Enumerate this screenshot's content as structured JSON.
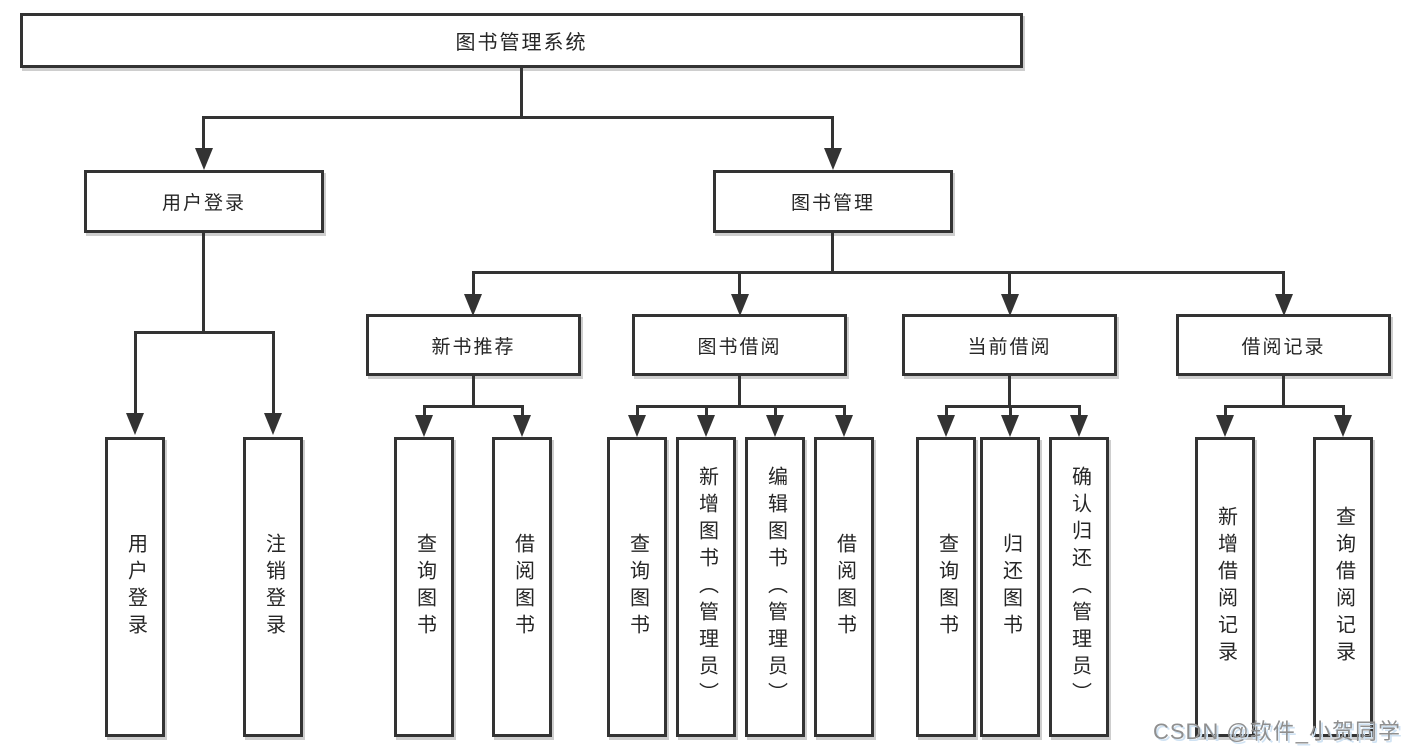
{
  "colors": {
    "line": "#333333",
    "text": "#262626",
    "background": "#ffffff",
    "watermark_text": "#8f8f8f",
    "watermark_shadow": "#cfe2f3"
  },
  "nodes": {
    "root": "图书管理系统",
    "level2": [
      "用户登录",
      "图书管理"
    ],
    "level3": [
      "新书推荐",
      "图书借阅",
      "当前借阅",
      "借阅记录"
    ],
    "level4": [
      "用户登录",
      "注销登录",
      "查询图书",
      "借阅图书",
      "查询图书",
      "新增图书（管理员）",
      "编辑图书（管理员）",
      "借阅图书",
      "查询图书",
      "归还图书",
      "确认归还（管理员）",
      "新增借阅记录",
      "查询借阅记录"
    ]
  },
  "watermark": "CSDN @软件_小贺同学"
}
